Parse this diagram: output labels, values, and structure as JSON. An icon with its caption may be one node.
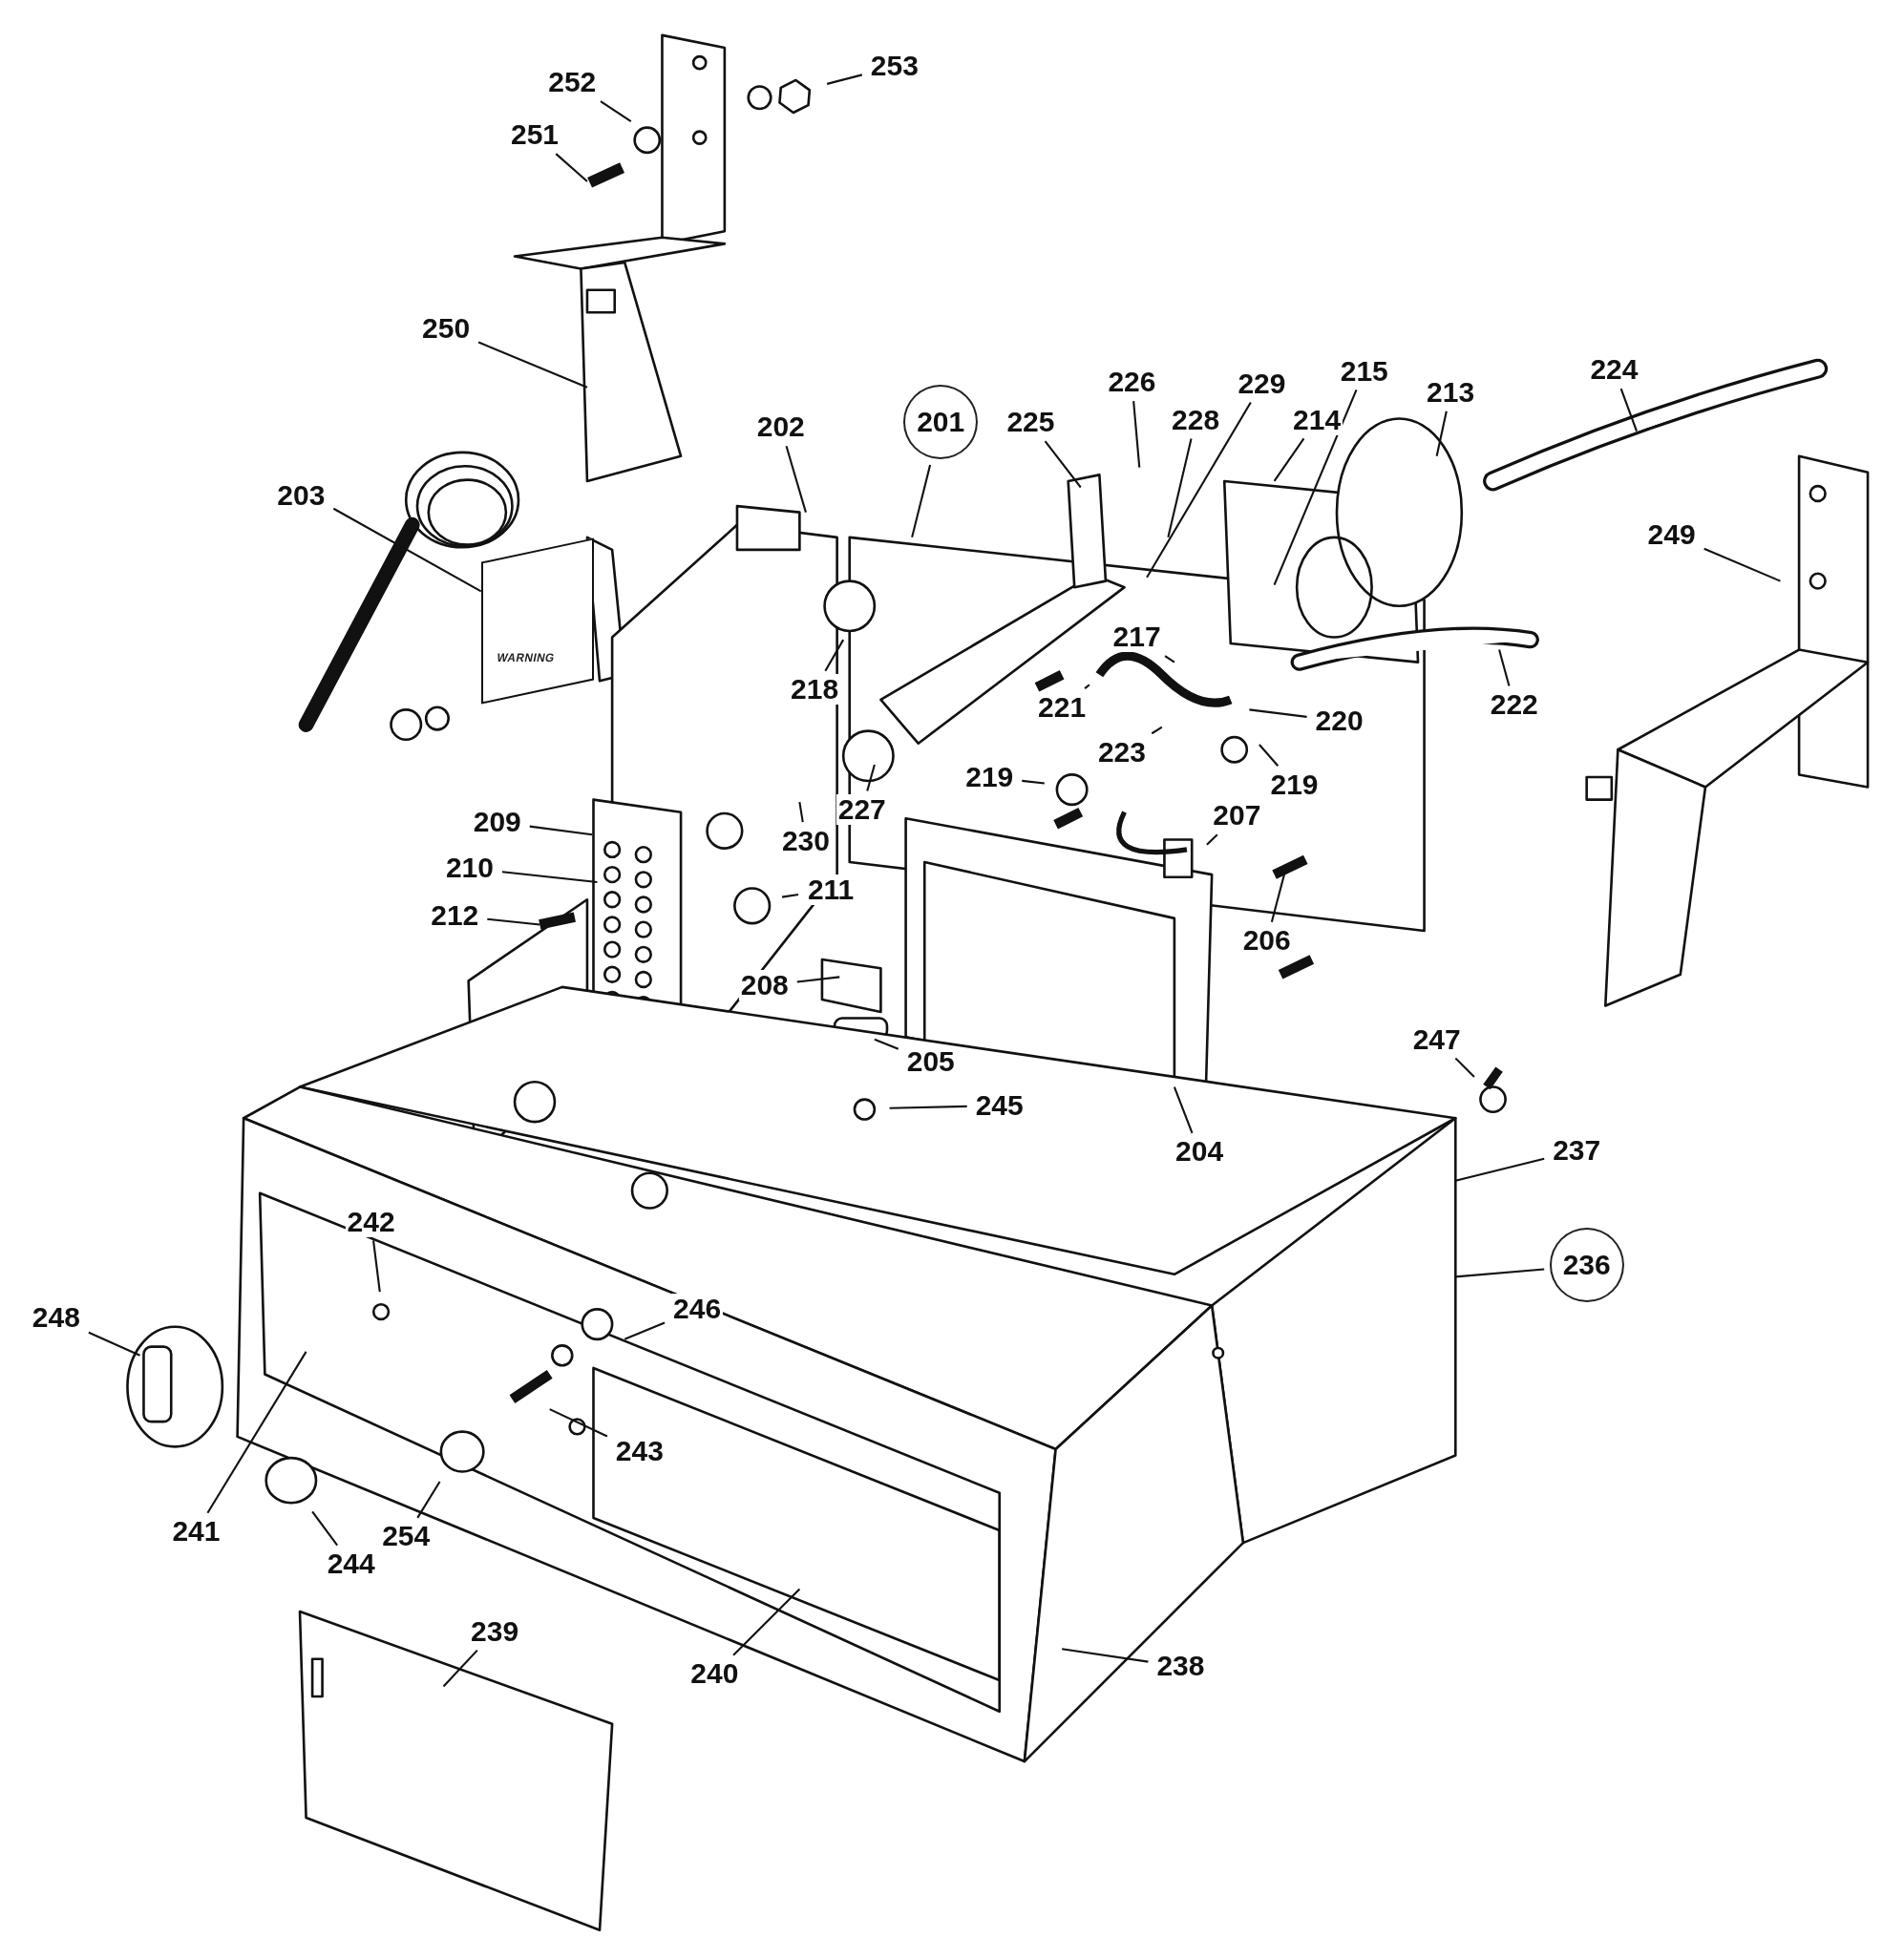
{
  "diagram": {
    "nodes": [
      {
        "text": [
          "251"
        ]
      },
      {
        "text": [
          "252"
        ]
      },
      {
        "text": [
          "253"
        ]
      },
      {
        "text": [
          "250"
        ]
      },
      {
        "text": [
          "203"
        ]
      },
      {
        "text": [
          "202"
        ]
      },
      {
        "text": [
          "201"
        ]
      },
      {
        "text": [
          "225"
        ]
      },
      {
        "text": [
          "226"
        ]
      },
      {
        "text": [
          "228"
        ]
      },
      {
        "text": [
          "229"
        ]
      },
      {
        "text": [
          "214"
        ]
      },
      {
        "text": [
          "215"
        ]
      },
      {
        "text": [
          "213"
        ]
      },
      {
        "text": [
          "224"
        ]
      },
      {
        "text": [
          "249"
        ]
      },
      {
        "text": [
          "222"
        ]
      },
      {
        "text": [
          "217"
        ]
      },
      {
        "text": [
          "220"
        ]
      },
      {
        "text": [
          "218"
        ]
      },
      {
        "text": [
          "221"
        ]
      },
      {
        "text": [
          "223"
        ]
      },
      {
        "text": [
          "219"
        ]
      },
      {
        "text": [
          "219"
        ]
      },
      {
        "text": [
          "207"
        ]
      },
      {
        "text": [
          "227"
        ]
      },
      {
        "text": [
          "230"
        ]
      },
      {
        "text": [
          "211"
        ]
      },
      {
        "text": [
          "209"
        ]
      },
      {
        "text": [
          "210"
        ]
      },
      {
        "text": [
          "212"
        ]
      },
      {
        "text": [
          "208"
        ]
      },
      {
        "text": [
          "206"
        ]
      },
      {
        "text": [
          "205"
        ]
      },
      {
        "text": [
          "204"
        ]
      },
      {
        "text": [
          "245"
        ]
      },
      {
        "text": [
          "247"
        ]
      },
      {
        "text": [
          "237"
        ]
      },
      {
        "text": [
          "236"
        ]
      },
      {
        "text": [
          "242"
        ]
      },
      {
        "text": [
          "248"
        ]
      },
      {
        "text": [
          "246"
        ]
      },
      {
        "text": [
          "243"
        ]
      },
      {
        "text": [
          "241"
        ]
      },
      {
        "text": [
          "254"
        ]
      },
      {
        "text": [
          "244"
        ]
      },
      {
        "text": [
          "240"
        ]
      },
      {
        "text": [
          "238"
        ]
      },
      {
        "text": [
          "239"
        ]
      },
      {
        "text": [
          "WARNING"
        ]
      }
    ],
    "edges": [
      {
        "from": 0,
        "to": null,
        "arrow": "none"
      },
      {
        "from": 1,
        "to": null,
        "arrow": "none"
      },
      {
        "from": 2,
        "to": null,
        "arrow": "none"
      },
      {
        "from": 3,
        "to": null,
        "arrow": "none"
      },
      {
        "from": 4,
        "to": 49,
        "arrow": "none"
      },
      {
        "from": 5,
        "to": null,
        "arrow": "none"
      },
      {
        "from": 6,
        "to": null,
        "arrow": "none"
      },
      {
        "from": 7,
        "to": null,
        "arrow": "none"
      },
      {
        "from": 8,
        "to": null,
        "arrow": "none"
      },
      {
        "from": 9,
        "to": null,
        "arrow": "none"
      },
      {
        "from": 10,
        "to": null,
        "arrow": "none"
      },
      {
        "from": 11,
        "to": null,
        "arrow": "none"
      },
      {
        "from": 12,
        "to": null,
        "arrow": "none"
      },
      {
        "from": 13,
        "to": null,
        "arrow": "none"
      },
      {
        "from": 14,
        "to": null,
        "arrow": "none"
      },
      {
        "from": 15,
        "to": null,
        "arrow": "none"
      },
      {
        "from": 16,
        "to": null,
        "arrow": "none"
      },
      {
        "from": 17,
        "to": null,
        "arrow": "none"
      },
      {
        "from": 18,
        "to": null,
        "arrow": "none"
      },
      {
        "from": 19,
        "to": null,
        "arrow": "none"
      },
      {
        "from": 20,
        "to": null,
        "arrow": "none"
      },
      {
        "from": 21,
        "to": null,
        "arrow": "none"
      },
      {
        "from": 22,
        "to": null,
        "arrow": "none"
      },
      {
        "from": 23,
        "to": null,
        "arrow": "none"
      },
      {
        "from": 24,
        "to": null,
        "arrow": "none"
      },
      {
        "from": 25,
        "to": null,
        "arrow": "none"
      },
      {
        "from": 26,
        "to": null,
        "arrow": "none"
      },
      {
        "from": 27,
        "to": null,
        "arrow": "none"
      },
      {
        "from": 28,
        "to": null,
        "arrow": "none"
      },
      {
        "from": 29,
        "to": null,
        "arrow": "none"
      },
      {
        "from": 30,
        "to": null,
        "arrow": "none"
      },
      {
        "from": 31,
        "to": null,
        "arrow": "none"
      },
      {
        "from": 32,
        "to": null,
        "arrow": "none"
      },
      {
        "from": 33,
        "to": null,
        "arrow": "none"
      },
      {
        "from": 34,
        "to": null,
        "arrow": "none"
      },
      {
        "from": 35,
        "to": null,
        "arrow": "none"
      },
      {
        "from": 36,
        "to": null,
        "arrow": "none"
      },
      {
        "from": 37,
        "to": null,
        "arrow": "none"
      },
      {
        "from": 38,
        "to": null,
        "arrow": "none"
      },
      {
        "from": 39,
        "to": null,
        "arrow": "none"
      },
      {
        "from": 40,
        "to": null,
        "arrow": "none"
      },
      {
        "from": 41,
        "to": null,
        "arrow": "none"
      },
      {
        "from": 42,
        "to": null,
        "arrow": "none"
      },
      {
        "from": 43,
        "to": null,
        "arrow": "none"
      },
      {
        "from": 44,
        "to": null,
        "arrow": "none"
      },
      {
        "from": 45,
        "to": null,
        "arrow": "none"
      },
      {
        "from": 46,
        "to": null,
        "arrow": "none"
      },
      {
        "from": 47,
        "to": null,
        "arrow": "none"
      },
      {
        "from": 48,
        "to": null,
        "arrow": "none"
      }
    ]
  }
}
